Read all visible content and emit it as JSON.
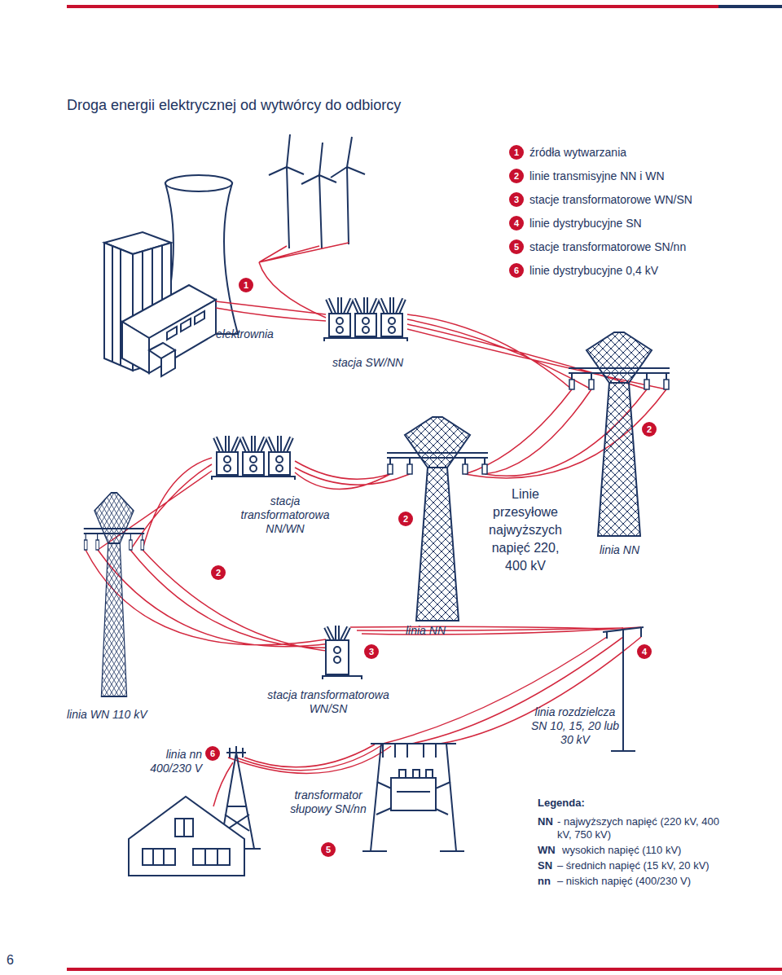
{
  "diagram": {
    "title": "Droga energii elektrycznej od wytwórcy do odbiorcy",
    "nodes": [
      {
        "text": [
          "1"
        ]
      },
      {
        "text": [
          "2"
        ]
      },
      {
        "text": [
          "3"
        ]
      },
      {
        "text": [
          "4"
        ]
      },
      {
        "text": [
          "5"
        ]
      },
      {
        "text": [
          "6"
        ]
      },
      {
        "text": [
          "1"
        ]
      },
      {
        "text": [
          "2"
        ]
      },
      {
        "text": [
          "2"
        ]
      },
      {
        "text": [
          "2"
        ]
      },
      {
        "text": [
          "3"
        ]
      },
      {
        "text": [
          "4"
        ]
      },
      {
        "text": [
          "6"
        ]
      },
      {
        "text": [
          "5"
        ]
      }
    ],
    "labels": [
      "źródła wytwarzania",
      "linie transmisyjne NN i WN",
      "stacje transformatorowe WN/SN",
      "linie dystrybucyjne SN",
      "stacje transformatorowe SN/nn",
      "linie dystrybucyjne 0,4 kV",
      "elektrownia",
      "stacja SW/NN",
      "stacja transformatorowa NN/WN",
      "Linie przesyłowe najwyższych napięć 220, 400 kV",
      "linia NN",
      "linia NN",
      "linia WN 110 kV",
      "stacja transformatorowa WN/SN",
      "linia rozdzielcza SN 10, 15, 20 lub 30 kV",
      "linia nn 400/230 V",
      "transformator słupowy SN/nn",
      "Legenda:",
      "NN",
      "- najwyższych napięć (220 kV, 400 kV, 750 kV)",
      "WN",
      "wysokich napięć (110 kV)",
      "SN",
      "– średnich napięć (15 kV, 20 kV)",
      "nn",
      "– niskich napięć (400/230 V)",
      "6"
    ]
  }
}
